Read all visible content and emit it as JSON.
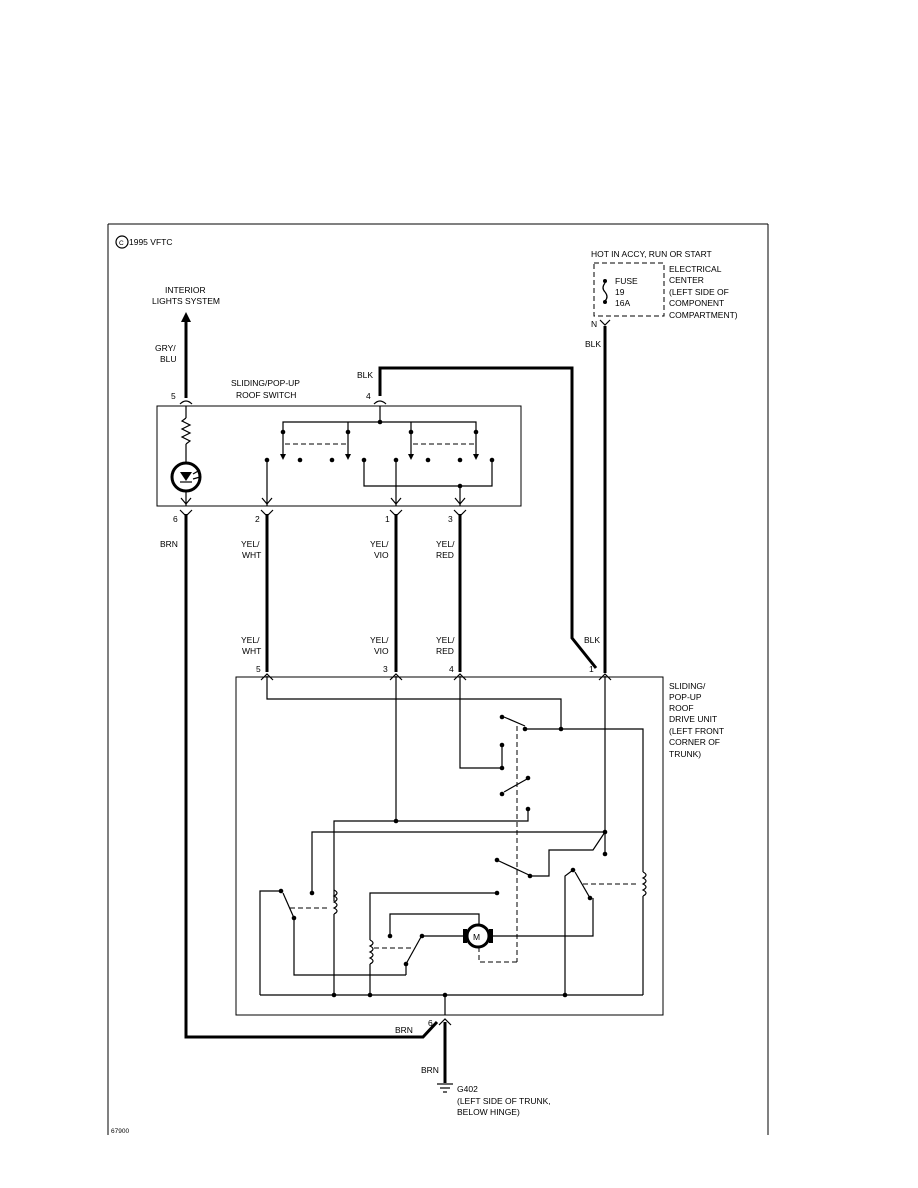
{
  "copyright": "1995 VFTC",
  "figure_number": "67900",
  "interior_lights": {
    "line1": "INTERIOR",
    "line2": "LIGHTS SYSTEM"
  },
  "power_source": {
    "label": "HOT IN ACCY, RUN OR START"
  },
  "electrical_center": {
    "line1": "ELECTRICAL",
    "line2": "CENTER",
    "line3": "(LEFT SIDE OF",
    "line4": "COMPONENT",
    "line5": "COMPARTMENT)",
    "fuse_label": "FUSE",
    "fuse_number": "19",
    "fuse_rating": "16A",
    "terminal": "N"
  },
  "roof_switch": {
    "line1": "SLIDING/POP-UP",
    "line2": "ROOF SWITCH",
    "pins": {
      "p5": "5",
      "p4": "4",
      "p6": "6",
      "p2": "2",
      "p1": "1",
      "p3": "3"
    }
  },
  "drive_unit": {
    "line1": "SLIDING/",
    "line2": "POP-UP",
    "line3": "ROOF",
    "line4": "DRIVE UNIT",
    "line5": "(LEFT FRONT",
    "line6": "CORNER OF",
    "line7": "TRUNK)",
    "motor_symbol": "M",
    "pins": {
      "p5": "5",
      "p3": "3",
      "p4": "4",
      "p1": "1",
      "p6": "6"
    }
  },
  "wires": {
    "gry_blu": {
      "line1": "GRY/",
      "line2": "BLU"
    },
    "blk": "BLK",
    "brn": "BRN",
    "yel_wht": {
      "line1": "YEL/",
      "line2": "WHT"
    },
    "yel_vio": {
      "line1": "YEL/",
      "line2": "VIO"
    },
    "yel_red": {
      "line1": "YEL/",
      "line2": "RED"
    }
  },
  "ground": {
    "id": "G402",
    "line1": "(LEFT SIDE OF TRUNK,",
    "line2": "BELOW HINGE)"
  },
  "colors": {
    "ink": "#000000",
    "paper": "#ffffff"
  }
}
